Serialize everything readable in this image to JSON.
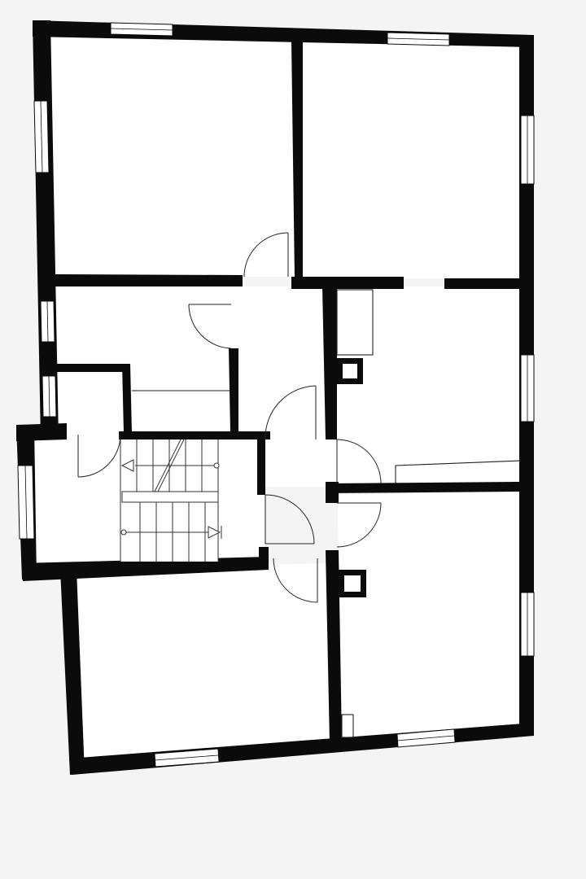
{
  "plan": {
    "background_color": "#f4f4f4",
    "wall_color": "#0b0b0b",
    "line_color": "#222222",
    "rooms": [
      "bedroom-top-left",
      "bedroom-top-right",
      "room-middle-left",
      "hallway",
      "room-middle-right",
      "stairwell",
      "bedroom-bottom-left",
      "bedroom-bottom-right"
    ],
    "stair_direction_icons": [
      "arrow-left-icon",
      "arrow-right-icon"
    ]
  }
}
